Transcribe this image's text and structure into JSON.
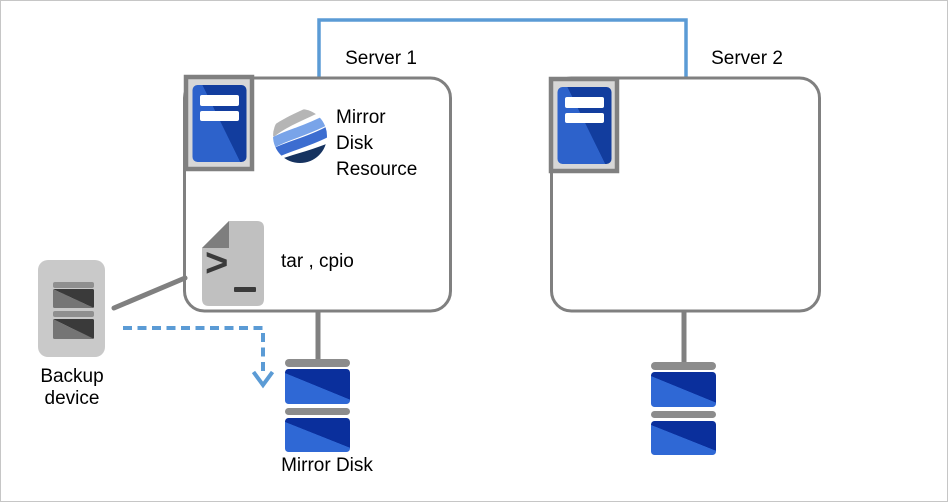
{
  "diagram": {
    "server1_label": "Server 1",
    "server2_label": "Server 2",
    "mirror_disk_resource_label": "Mirror\nDisk\nResource",
    "backup_commands_label": "tar , cpio",
    "backup_device_label": "Backup\ndevice",
    "mirror_disk_label": "Mirror Disk"
  },
  "icons": {
    "server1": "server-tower-icon",
    "server2": "server-tower-icon",
    "mirror_disk_resource": "wave-globe-icon",
    "backup_commands": "shell-script-icon",
    "backup_device": "tape-drive-icon",
    "mirror_disk_server1": "disk-stack-icon",
    "mirror_disk_server2": "disk-stack-icon"
  },
  "colors": {
    "connector_blue": "#5b9bd5",
    "outline_gray": "#808080",
    "server_tower_blue_light": "#2d62cb",
    "server_tower_blue_dark": "#123d9e",
    "disk_blue_light": "#2f68d5",
    "disk_blue_dark": "#0a2f9c",
    "globe_gray": "#b5b5b5",
    "globe_light_blue": "#79a4e9",
    "globe_mid_blue": "#3c6dd0",
    "globe_navy": "#163360",
    "icon_body_gray": "#c0c0c0",
    "text": "#000000"
  }
}
